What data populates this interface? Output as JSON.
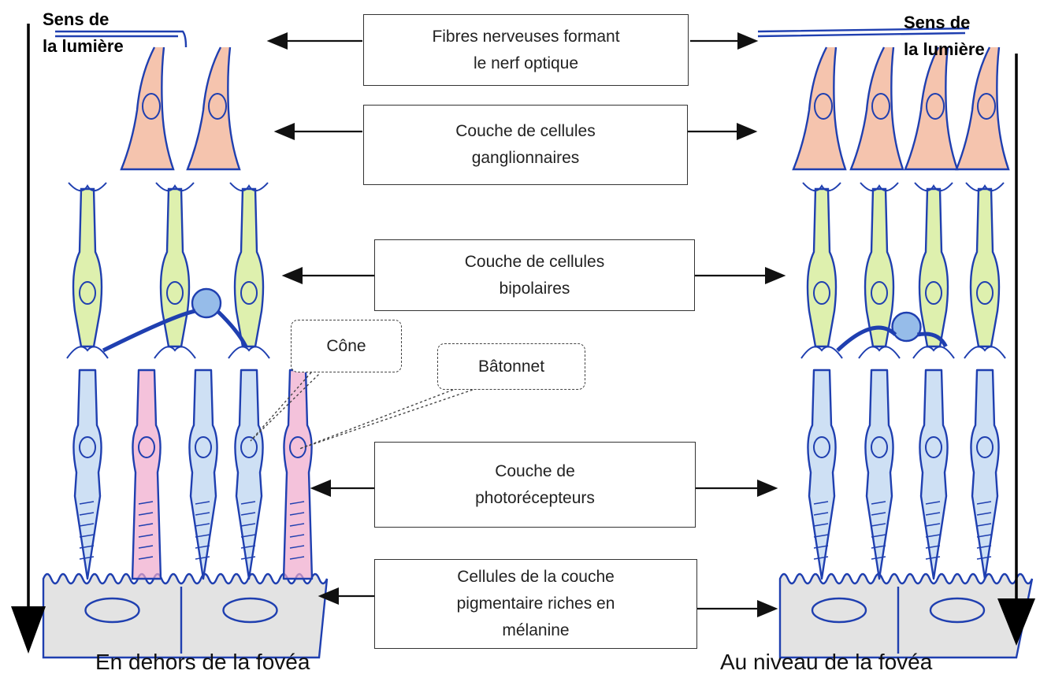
{
  "light_direction_label": "Sens de\nla lumière",
  "layers": [
    {
      "id": "fibres",
      "text": "Fibres nerveuses formant\nle nerf optique"
    },
    {
      "id": "ganglion",
      "text": "Couche de cellules\nganglionnaires"
    },
    {
      "id": "bipolaire",
      "text": "Couche de cellules\nbipolaires"
    },
    {
      "id": "photo",
      "text": "Couche de\nphotorécepteurs"
    },
    {
      "id": "pigment",
      "text": "Cellules de la couche\npigmentaire riches en\nmélanine"
    }
  ],
  "callouts": {
    "cone": "Cône",
    "batonnet": "Bâtonnet"
  },
  "captions": {
    "left": "En dehors de la fovéa",
    "right": "Au niveau de la fovéa"
  },
  "colors": {
    "ink": "#1f3fb0",
    "ganglion_fill": "#f2b59a",
    "bipolar_fill": "#d6ec9a",
    "cone_fill": "#b9d3f0",
    "rod_fill": "#f0a8cc",
    "pigment_fill": "#e3e3e3",
    "amacrine_fill": "#6aa0e0"
  }
}
